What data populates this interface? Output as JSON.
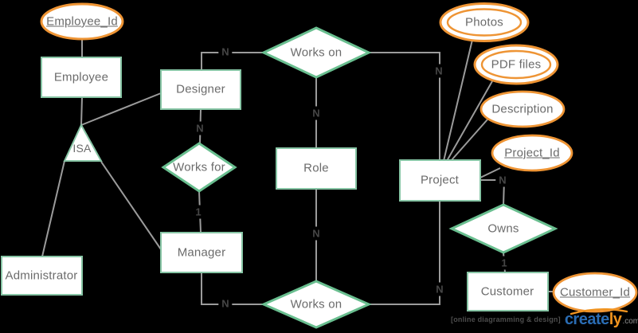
{
  "nodes": {
    "employee": "Employee",
    "designer": "Designer",
    "manager": "Manager",
    "administrator": "Administrator",
    "role": "Role",
    "project": "Project",
    "customer": "Customer",
    "isa": "ISA",
    "works_on_top": "Works on",
    "works_for": "Works for",
    "works_on_bottom": "Works on",
    "owns": "Owns",
    "employee_id": "Employee_Id",
    "photos": "Photos",
    "pdf_files": "PDF files",
    "description": "Description",
    "project_id": "Project_Id",
    "customer_id": "Customer_Id"
  },
  "cardinalities": {
    "designer_works_on": "N",
    "works_on_project_top": "N",
    "works_on_role": "N",
    "designer_works_for": "N",
    "works_for_manager": "1",
    "role_works_on": "N",
    "manager_works_on": "N",
    "works_on_project_bottom": "N",
    "project_owns": "N",
    "owns_customer": "1"
  },
  "branding": {
    "tagline": "[online diagramming & design]",
    "logo_blue_part": "create",
    "logo_orange_part": "ly",
    "logo_domain": ".com"
  },
  "colors": {
    "background": "#000000",
    "entity_border": "#87c5a5",
    "relationship_border": "#69be8f",
    "attribute_border": "#ee9434",
    "connector_line": "#9b9b9b",
    "shape_text": "#6b6b6b",
    "cardinality_text": "#464646",
    "logo_blue": "#2a6cb3",
    "logo_orange": "#f0931f"
  }
}
